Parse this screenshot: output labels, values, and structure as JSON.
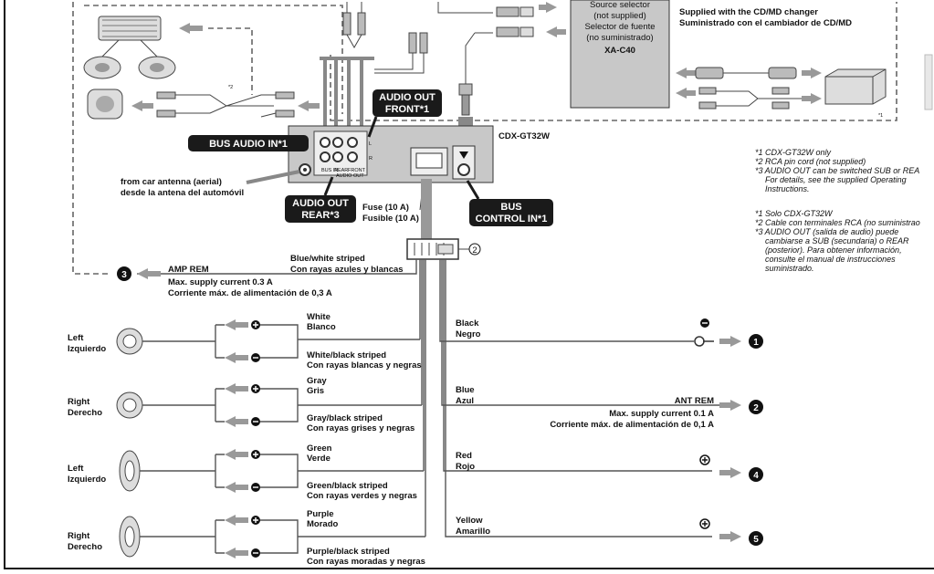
{
  "source_selector": {
    "line1": "Source selector",
    "line2": "(not supplied)",
    "line3": "Selector de fuente",
    "line4": "(no suministrado)",
    "model": "XA-C40"
  },
  "changer": {
    "line1": "Supplied with the CD/MD changer",
    "line2": "Suministrado con el cambiador de CD/MD",
    "note": "*1"
  },
  "unit": {
    "model": "CDX-GT32W",
    "jack_labels": [
      "BUS IN",
      "REAR",
      "FRONT",
      "AUDIO OUT"
    ],
    "side_labels": [
      "L",
      "R"
    ]
  },
  "callouts": {
    "audio_out_front": [
      "AUDIO OUT",
      "FRONT*1"
    ],
    "bus_audio_in": "BUS AUDIO IN*1",
    "audio_out_rear": [
      "AUDIO OUT",
      "REAR*3"
    ],
    "bus_control_in": [
      "BUS",
      "CONTROL IN*1"
    ]
  },
  "antenna": {
    "line1": "from car antenna (aerial)",
    "line2": "desde la antena del automóvil"
  },
  "fuse": {
    "line1": "Fuse (10 A)",
    "line2": "Fusible (10 A)"
  },
  "connector_number": "2",
  "amp_rem": {
    "wire_line1": "Blue/white striped",
    "wire_line2": "Con rayas azules y blancas",
    "label": "AMP REM",
    "supply1": "Max. supply current 0.3 A",
    "supply2": "Corriente máx. de alimentación de 0,3 A",
    "number": "3"
  },
  "notes_en": [
    "*1  CDX-GT32W only",
    "*2  RCA pin cord (not supplied)",
    "*3  AUDIO OUT can be switched SUB or REA",
    "For details, see the supplied Operating",
    "Instructions."
  ],
  "notes_es": [
    "*1  Solo CDX-GT32W",
    "*2  Cable con terminales RCA (no suministrao",
    "*3  AUDIO OUT (salida de audio) puede",
    "cambiarse a SUB (secundaria) o REAR",
    "(posterior). Para obtener información,",
    "consulte el manual de instrucciones",
    "suministrado."
  ],
  "rca_note": "*2",
  "speakers": [
    {
      "side1": "Left",
      "side2": "Izquierdo",
      "pos1": "White",
      "pos2": "Blanco",
      "neg1": "White/black striped",
      "neg2": "Con rayas blancas y negras"
    },
    {
      "side1": "Right",
      "side2": "Derecho",
      "pos1": "Gray",
      "pos2": "Gris",
      "neg1": "Gray/black striped",
      "neg2": "Con rayas grises y negras"
    },
    {
      "side1": "Left",
      "side2": "Izquierdo",
      "pos1": "Green",
      "pos2": "Verde",
      "neg1": "Green/black striped",
      "neg2": "Con rayas verdes y negras"
    },
    {
      "side1": "Right",
      "side2": "Derecho",
      "pos1": "Purple",
      "pos2": "Morado",
      "neg1": "Purple/black striped",
      "neg2": "Con rayas moradas y negras"
    }
  ],
  "right_wires": [
    {
      "color1": "Black",
      "color2": "Negro",
      "number": "1"
    },
    {
      "color1": "Blue",
      "color2": "Azul",
      "label": "ANT REM",
      "supply1": "Max. supply current 0.1 A",
      "supply2": "Corriente máx. de alimentación de 0,1 A",
      "number": "2"
    },
    {
      "color1": "Red",
      "color2": "Rojo",
      "number": "4"
    },
    {
      "color1": "Yellow",
      "color2": "Amarillo",
      "number": "5"
    }
  ],
  "colors": {
    "ink": "#111111",
    "callout_bg": "#1a1a1a",
    "arrow": "#999999",
    "box_fill": "#c8c8c8"
  }
}
